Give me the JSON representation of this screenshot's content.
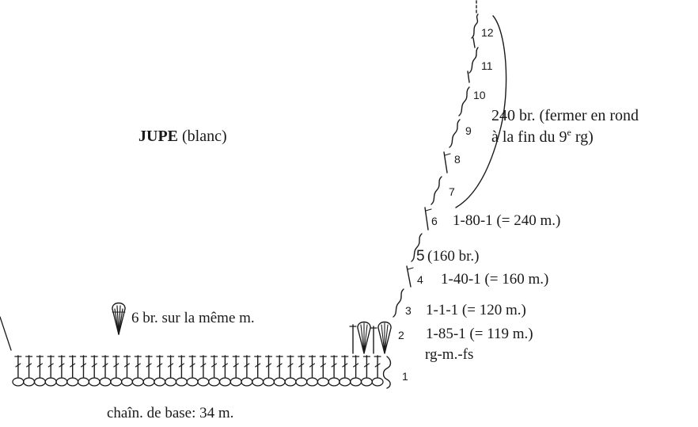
{
  "title": {
    "bold": "JUPE",
    "rest": " (blanc)"
  },
  "legend": {
    "text": "6 br. sur la même m.",
    "icon": "fan-6-dc-icon"
  },
  "base_chain": {
    "label": "chaîn. de base: 34 m.",
    "count": 34
  },
  "row_numbers": [
    "1",
    "2",
    "3",
    "4",
    "5",
    "6",
    "7",
    "8",
    "9",
    "10",
    "11",
    "12"
  ],
  "notes": {
    "r2": "1-85-1 (= 119 m.)",
    "r2b": "rg-m.-fs",
    "r3": "1-1-1 (= 120 m.)",
    "r4": "1-40-1 (= 160 m.)",
    "r5": "(160 br.)",
    "r6": "1-80-1 (= 240 m.)",
    "r7_9_line1": "240 br. (fermer en rond",
    "r7_9_line2_a": "à la fin du 9",
    "r7_9_line2_sup": "e",
    "r7_9_line2_b": " rg)"
  }
}
